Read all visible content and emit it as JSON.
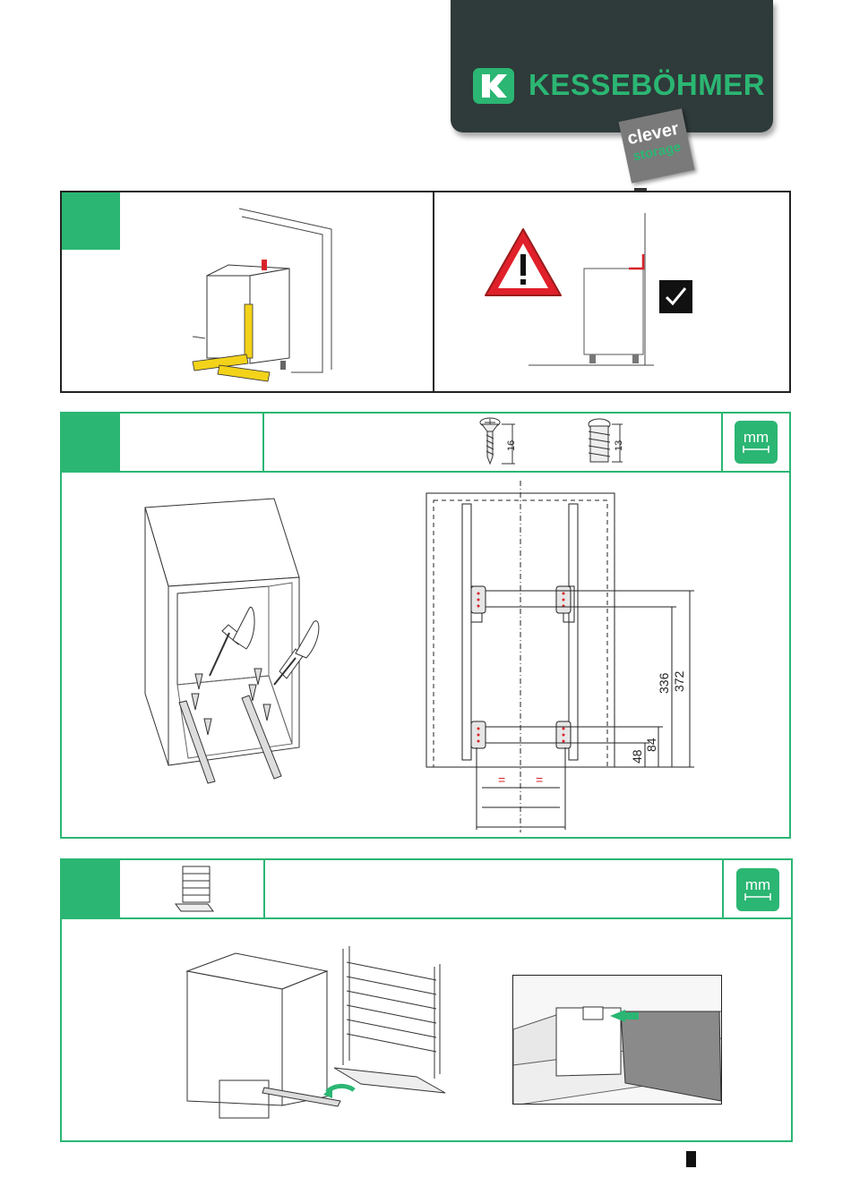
{
  "brand": {
    "name": "KESSEBÖHMER",
    "tag_line_1": "clever",
    "tag_line_2": "storage"
  },
  "section2": {
    "screw1_length": "16",
    "screw2_length": "13",
    "mm_label": "mm",
    "dimensions": {
      "d336": "336",
      "d372": "372",
      "d48": "48",
      "d84": "84",
      "equal": "="
    }
  },
  "section3": {
    "mm_label": "mm"
  },
  "colors": {
    "brand_green": "#2bb673",
    "header_dark": "#2f3a3a",
    "warning_red": "#e0202a"
  },
  "icons": [
    "warning-triangle-icon",
    "checkmark-icon",
    "mm-measure-icon",
    "screw-icon",
    "screwdriver-icon"
  ]
}
